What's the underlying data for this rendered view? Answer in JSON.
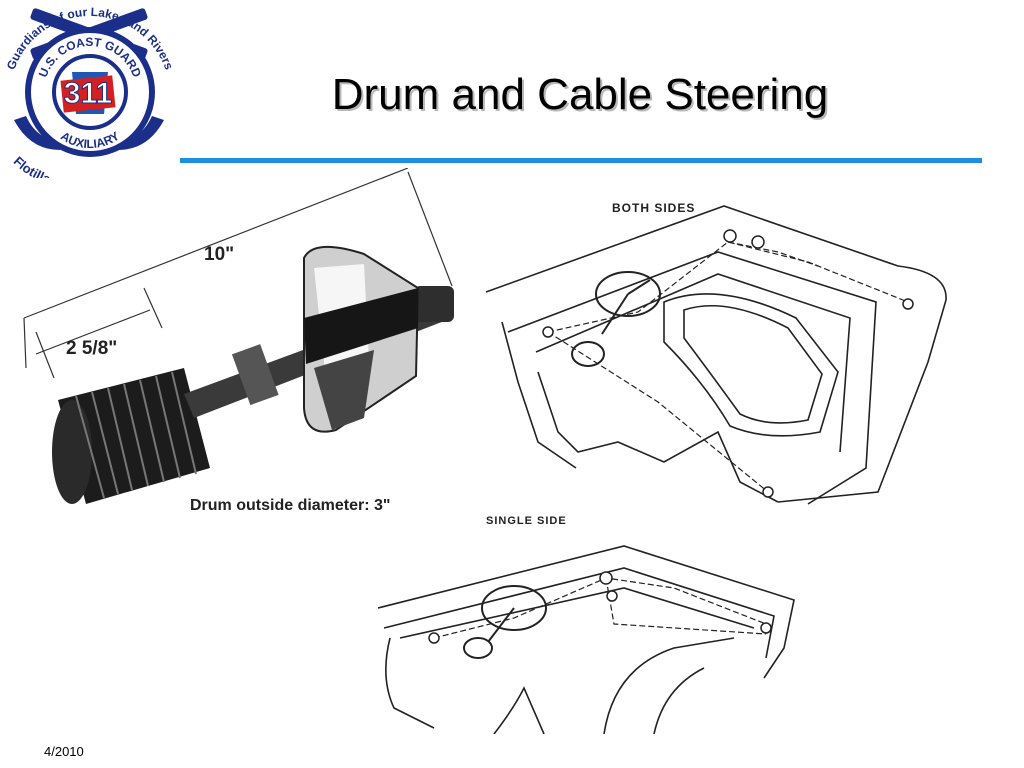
{
  "slide": {
    "title": "Drum and Cable Steering",
    "footer_date": "4/2010"
  },
  "logo": {
    "arc_top": "Guardians of our Lakes and Rivers",
    "arc_bottom": "Flotilla",
    "ring_top": "U.S. COAST GUARD",
    "ring_bottom": "AUXILIARY",
    "center": "311",
    "colors": {
      "navy": "#1b2f8a",
      "red": "#d42020",
      "blue": "#1f57b5"
    }
  },
  "drum_figure": {
    "dimension_overall": "10\"",
    "dimension_drum": "2 5/8\"",
    "caption": "Drum outside diameter: 3\""
  },
  "both_sides_figure": {
    "label": "BOTH SIDES"
  },
  "single_side_figure": {
    "label": "SINGLE SIDE"
  },
  "colors": {
    "title_rule": "#1e8fe0"
  }
}
